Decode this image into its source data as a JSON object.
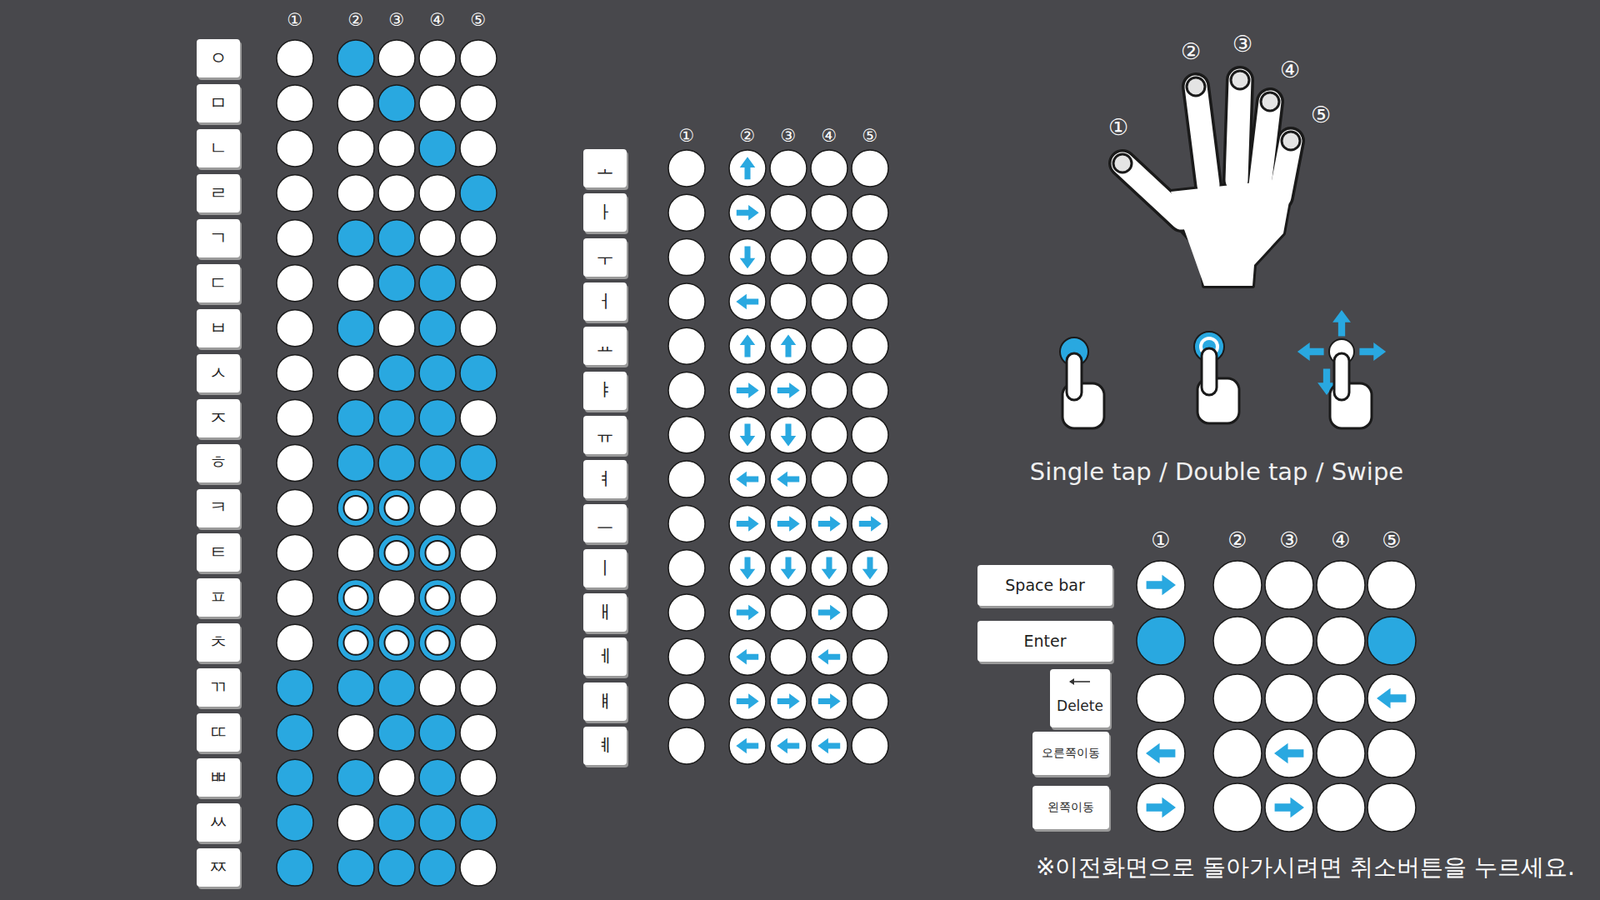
{
  "diagram": {
    "nodes": [
      {
        "text": [
          "ㅇ"
        ]
      },
      {
        "text": [
          "ㅁ"
        ]
      },
      {
        "text": [
          "ㄴ"
        ]
      },
      {
        "text": [
          "ㄹ"
        ]
      },
      {
        "text": [
          "ㄱ"
        ]
      },
      {
        "text": [
          "ㄷ"
        ]
      },
      {
        "text": [
          "ㅂ"
        ]
      },
      {
        "text": [
          "ㅅ"
        ]
      },
      {
        "text": [
          "ㅈ"
        ]
      },
      {
        "text": [
          "ㅎ"
        ]
      },
      {
        "text": [
          "ㅋ"
        ]
      },
      {
        "text": [
          "ㅌ"
        ]
      },
      {
        "text": [
          "ㅍ"
        ]
      },
      {
        "text": [
          "ㅊ"
        ]
      },
      {
        "text": [
          "ㄲ"
        ]
      },
      {
        "text": [
          "ㄸ"
        ]
      },
      {
        "text": [
          "ㅃ"
        ]
      },
      {
        "text": [
          "ㅆ"
        ]
      },
      {
        "text": [
          "ㅉ"
        ]
      },
      {
        "text": [
          "ㅗ"
        ]
      },
      {
        "text": [
          "ㅏ"
        ]
      },
      {
        "text": [
          "ㅜ"
        ]
      },
      {
        "text": [
          "ㅓ"
        ]
      },
      {
        "text": [
          "ㅛ"
        ]
      },
      {
        "text": [
          "ㅑ"
        ]
      },
      {
        "text": [
          "ㅠ"
        ]
      },
      {
        "text": [
          "ㅕ"
        ]
      },
      {
        "text": [
          "ㅡ"
        ]
      },
      {
        "text": [
          "ㅣ"
        ]
      },
      {
        "text": [
          "ㅐ"
        ]
      },
      {
        "text": [
          "ㅔ"
        ]
      },
      {
        "text": [
          "ㅒ"
        ]
      },
      {
        "text": [
          "ㅖ"
        ]
      },
      {
        "text": [
          "Space bar"
        ]
      },
      {
        "text": [
          "Enter"
        ]
      },
      {
        "text": [
          "Delete"
        ]
      },
      {
        "text": [
          "오른쪽이동"
        ]
      },
      {
        "text": [
          "왼쪽이동"
        ]
      }
    ],
    "labels": [
      "①",
      "②",
      "③",
      "④",
      "⑤",
      "①",
      "②",
      "③",
      "④",
      "⑤",
      "①",
      "②",
      "③",
      "④",
      "⑤",
      "Single tap / Double tap / Swipe",
      "①",
      "②",
      "③",
      "④",
      "⑤",
      "※이전화면으로 돌아가시려면 취소버튼을 누르세요."
    ]
  }
}
